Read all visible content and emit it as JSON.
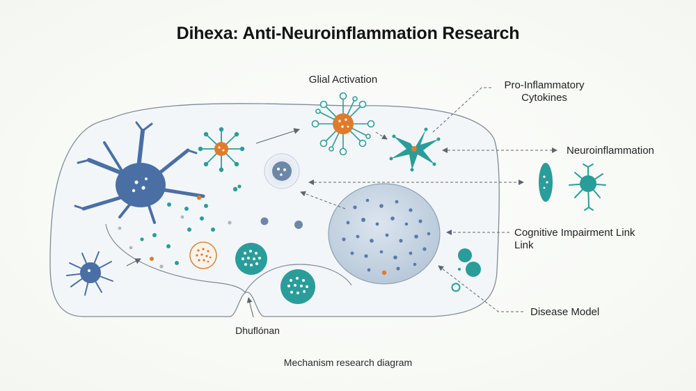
{
  "title": "Dihexa: Anti-Neuroinflammation Research",
  "labels": {
    "glial_activation": "Glial Activation",
    "pro_inflammatory_line1": "Pro-Inflammatory",
    "pro_inflammatory_line2": "Cytokines",
    "neuroinflammation": "Neuroinflammation",
    "cognitive_line1": "Cognitive Impairment Link",
    "cognitive_line2": "Link",
    "disease_model": "Disease Model",
    "bottom_label": "Dhuflónan"
  },
  "caption": "Mechanism research diagram",
  "colors": {
    "neuron_blue": "#4a6fa5",
    "teal": "#2a9d9a",
    "orange": "#e07b2a",
    "outline": "#8a9aa6",
    "nucleus_fill": "#c9d6e3"
  }
}
